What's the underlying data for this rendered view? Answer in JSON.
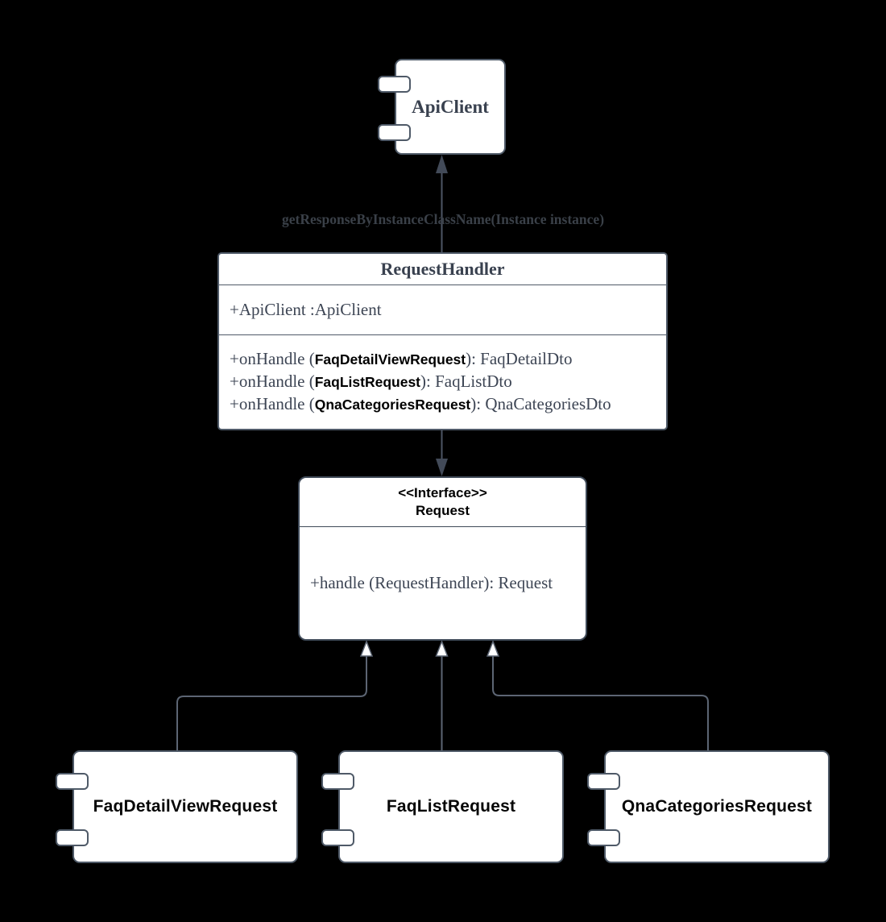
{
  "colors": {
    "background": "#000000",
    "node_fill": "#ffffff",
    "node_border": "#4f5a68",
    "connector": "#5c6573",
    "arrow_solid": "#454d5c",
    "text_primary": "#3d4554",
    "text_emphasis": "#000000"
  },
  "api_client": {
    "title": "ApiClient"
  },
  "call_label": "getResponseByInstanceClassName(Instance instance)",
  "request_handler": {
    "title": "RequestHandler",
    "attributes": [
      "+ApiClient :ApiClient"
    ],
    "methods": [
      {
        "prefix": "+onHandle (",
        "param": "FaqDetailViewRequest",
        "suffix": "): FaqDetailDto"
      },
      {
        "prefix": "+onHandle (",
        "param": "FaqListRequest",
        "suffix": "): FaqListDto"
      },
      {
        "prefix": "+onHandle (",
        "param": "QnaCategoriesRequest",
        "suffix": "): QnaCategoriesDto"
      }
    ]
  },
  "request_interface": {
    "stereotype": "<<Interface>>",
    "title": "Request",
    "methods": [
      "+handle (RequestHandler): Request"
    ]
  },
  "components": [
    {
      "title": "FaqDetailViewRequest"
    },
    {
      "title": "FaqListRequest"
    },
    {
      "title": "QnaCategoriesRequest"
    }
  ]
}
